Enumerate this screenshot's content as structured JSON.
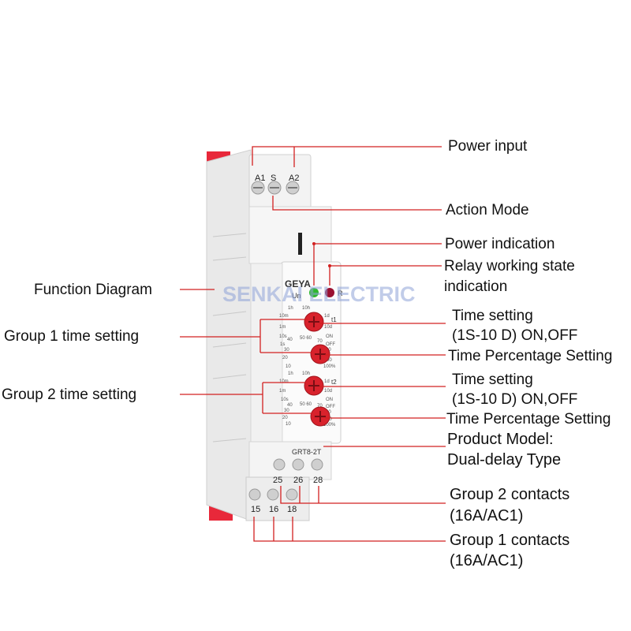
{
  "labels": {
    "power_input": "Power input",
    "action_mode": "Action Mode",
    "power_indication": "Power indication",
    "relay_state_1": "Relay working state",
    "relay_state_2": "indication",
    "function_diagram": "Function Diagram",
    "group1_time": "Group 1  time setting",
    "group2_time": "Group 2  time setting",
    "time_setting_a": "Time setting",
    "range_a": "(1S-10  D) ON,OFF",
    "percent_a": "Time Percentage Setting",
    "time_setting_b": "Time setting",
    "range_b": "(1S-10  D) ON,OFF",
    "percent_b": "Time Percentage Setting",
    "model_1": "Product Model:",
    "model_2": "Dual-delay Type",
    "group2_contacts_1": "Group 2 contacts",
    "group2_contacts_2": "(16A/AC1)",
    "group1_contacts_1": "Group 1 contacts",
    "group1_contacts_2": "(16A/AC1)"
  },
  "device": {
    "brand": "GEYA",
    "model": "GRT8-2T",
    "top_terminals": [
      "A1",
      "S",
      "A2"
    ],
    "bottom_terminals_top": [
      "25",
      "26",
      "28"
    ],
    "bottom_terminals_bottom": [
      "15",
      "16",
      "18"
    ],
    "led_un": "Un",
    "led_r": "R",
    "t1": "t1",
    "t2": "t2",
    "watermark": "SENKAI ELECTRIC"
  },
  "colors": {
    "knob_red": "#d8222c",
    "led_green": "#2eb82e",
    "led_red": "#9a1030",
    "end_cap_red": "#e8283a",
    "leader_red": "#d22020",
    "watermark": "#8fa3d8"
  }
}
